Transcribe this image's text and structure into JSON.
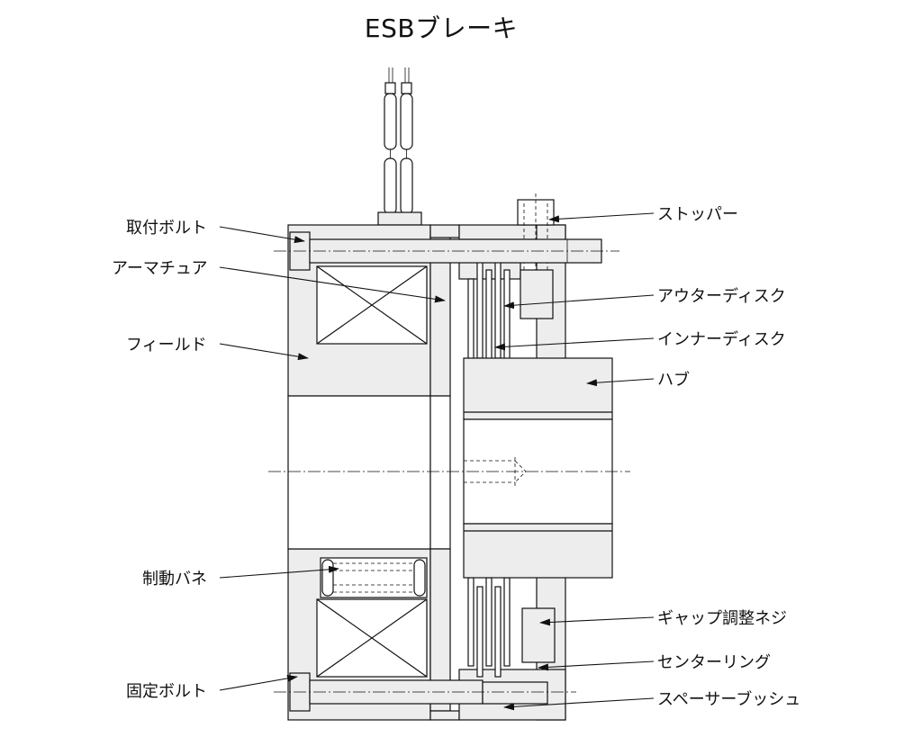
{
  "title": "ESBブレーキ",
  "labels_left": {
    "mounting_bolt": "取付ボルト",
    "armature": "アーマチュア",
    "field": "フィールド",
    "brake_spring": "制動バネ",
    "fixing_bolt": "固定ボルト"
  },
  "labels_right": {
    "stopper": "ストッパー",
    "outer_disc": "アウターディスク",
    "inner_disc": "インナーディスク",
    "hub": "ハブ",
    "gap_adjust_screw": "ギャップ調整ネジ",
    "center_ring": "センターリング",
    "spacer_bush": "スペーサーブッシュ"
  },
  "colors": {
    "part_fill": "#ededed",
    "line": "#111111",
    "background": "#ffffff"
  }
}
